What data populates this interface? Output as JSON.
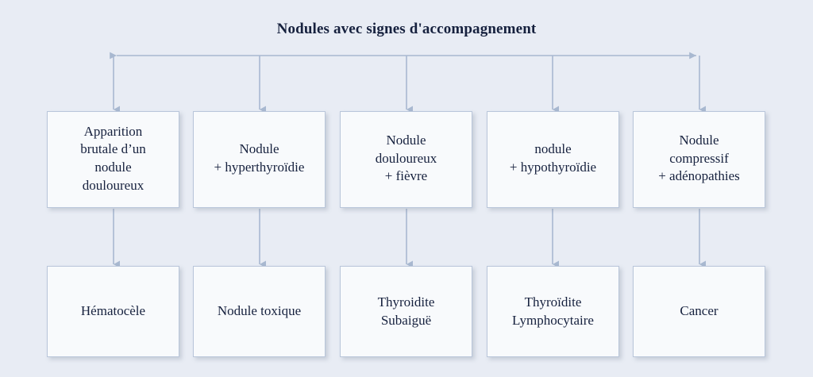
{
  "diagram": {
    "title": "Nodules avec signes d'accompagnement",
    "type": "flowchart",
    "colors": {
      "background": "#e8ecf4",
      "box_fill": "#f8fafc",
      "box_border": "#b9c6da",
      "connector": "#a8b8d0",
      "text": "#16213e"
    },
    "branches": [
      {
        "id": "branch-1",
        "presentation": "Apparition\nbrutale d’un\nnodule\ndouloureux",
        "diagnosis": "Hématocèle"
      },
      {
        "id": "branch-2",
        "presentation": "Nodule\n+ hyperthyroïdie",
        "diagnosis": "Nodule toxique"
      },
      {
        "id": "branch-3",
        "presentation": "Nodule\ndouloureux\n+ fièvre",
        "diagnosis": "Thyroidite\nSubaiguë"
      },
      {
        "id": "branch-4",
        "presentation": "nodule\n+ hypothyroïdie",
        "diagnosis": "Thyroïdite\nLymphocytaire"
      },
      {
        "id": "branch-5",
        "presentation": "Nodule\ncompressif\n+ adénopathies",
        "diagnosis": "Cancer"
      }
    ]
  }
}
